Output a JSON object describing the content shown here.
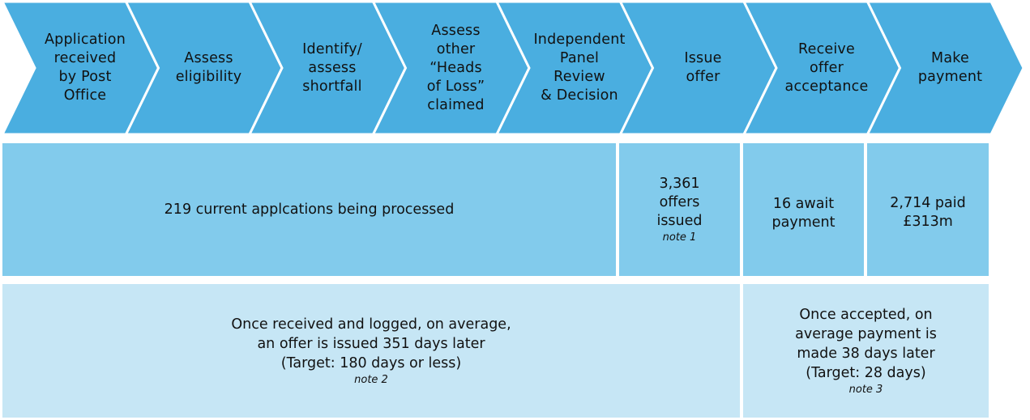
{
  "colors": {
    "chevron_fill": "#4aaee0",
    "chevron_stroke": "#ffffff",
    "status_box": "#82cbec",
    "timing_box": "#c6e6f5",
    "text": "#111111"
  },
  "steps": [
    {
      "lines": [
        "Application",
        "received",
        "by Post",
        "Office"
      ]
    },
    {
      "lines": [
        "Assess",
        "eligibility"
      ]
    },
    {
      "lines": [
        "Identify/",
        "assess",
        "shortfall"
      ]
    },
    {
      "lines": [
        "Assess",
        "other",
        "“Heads",
        "of Loss”",
        "claimed"
      ]
    },
    {
      "lines": [
        "Independent",
        "Panel",
        "Review",
        "& Decision"
      ]
    },
    {
      "lines": [
        "Issue",
        "offer"
      ]
    },
    {
      "lines": [
        "Receive",
        "offer",
        "acceptance"
      ]
    },
    {
      "lines": [
        "Make",
        "payment"
      ]
    }
  ],
  "status": {
    "processing": "219 current applcations being processed",
    "offers": {
      "line1": "3,361",
      "line2": "offers",
      "line3": "issued",
      "note": "note 1"
    },
    "awaiting": {
      "line1": "16 await",
      "line2": "payment"
    },
    "paid": {
      "line1": "2,714 paid",
      "line2": "£313m"
    }
  },
  "timing": {
    "offer": {
      "line1": "Once received and logged, on average,",
      "line2": "an offer is issued 351 days later",
      "line3": "(Target: 180 days or less)",
      "note": "note 2"
    },
    "payment": {
      "line1": "Once accepted, on",
      "line2": "average payment is",
      "line3": "made 38 days later",
      "line4": "(Target: 28 days)",
      "note": "note 3"
    }
  }
}
